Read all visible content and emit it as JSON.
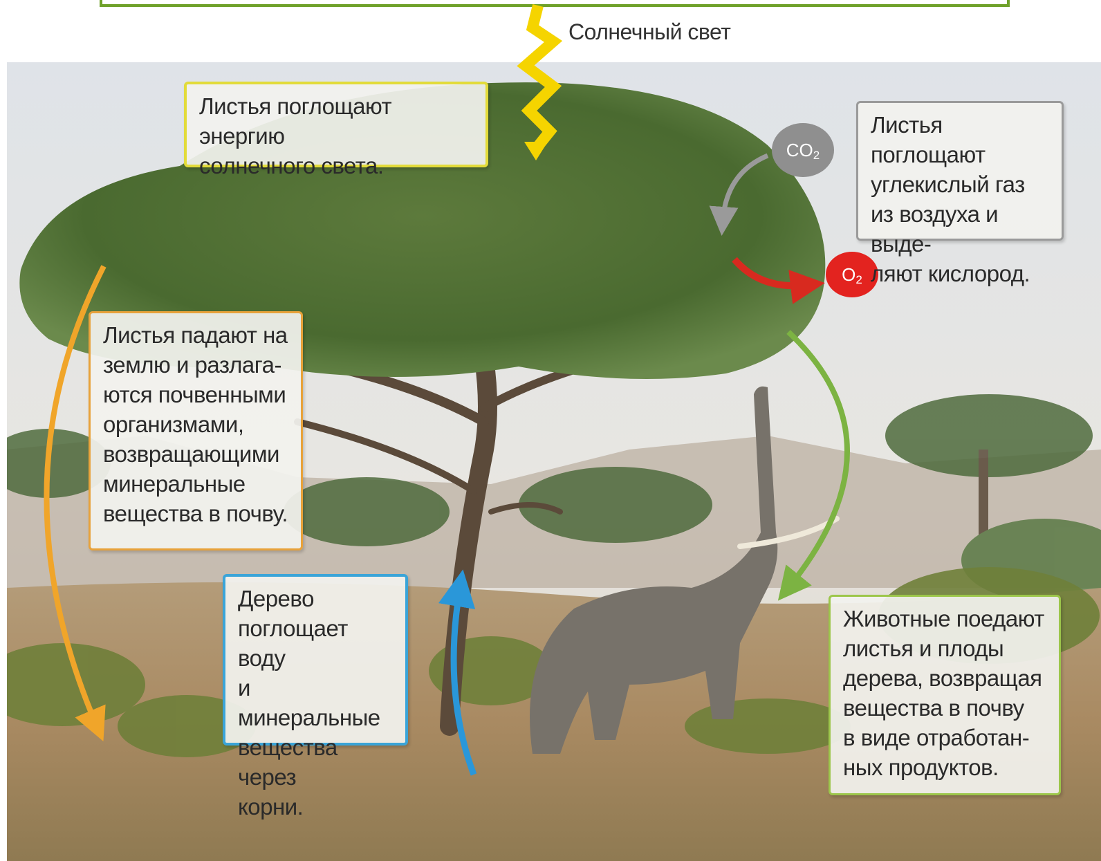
{
  "colors": {
    "top_frame": "#6fa12a",
    "sunlight_arrow": "#f5d400",
    "leaf_energy_border": "#e2db3a",
    "gas_border": "#9a9a9a",
    "decompose_border": "#e8a23a",
    "water_border": "#3aa4d8",
    "animals_border": "#9cc64a",
    "co2_bubble": "#8f8f8f",
    "o2_bubble": "#e3231f",
    "orange_arrow": "#f0a52a",
    "blue_arrow": "#2a97d9",
    "green_arrow": "#7cb342",
    "red_arrow": "#d82a1f",
    "gray_arrow": "#9a9a9a"
  },
  "sunlight": {
    "label": "Солнечный свет"
  },
  "bubbles": {
    "co2": {
      "main": "CO",
      "sub": "2"
    },
    "o2": {
      "main": "O",
      "sub": "2"
    }
  },
  "captions": {
    "leaf_energy": "Листья поглощают энергию\nсолнечного света.",
    "gas_exchange": "Листья поглощают\nуглекислый газ\nиз воздуха и выде-\nляют кислород.",
    "decomposition": "Листья падают на\nземлю и разлага-\nются почвенными\nорганизмами,\nвозвращающими\nминеральные\nвещества в почву.",
    "water_uptake": "Дерево\nпоглощает воду\nи минеральные\nвещества через\nкорни.",
    "animals": "Животные поедают\nлистья и плоды\nдерева, возвращая\nвещества в почву\nв виде отработан-\nных продуктов."
  }
}
